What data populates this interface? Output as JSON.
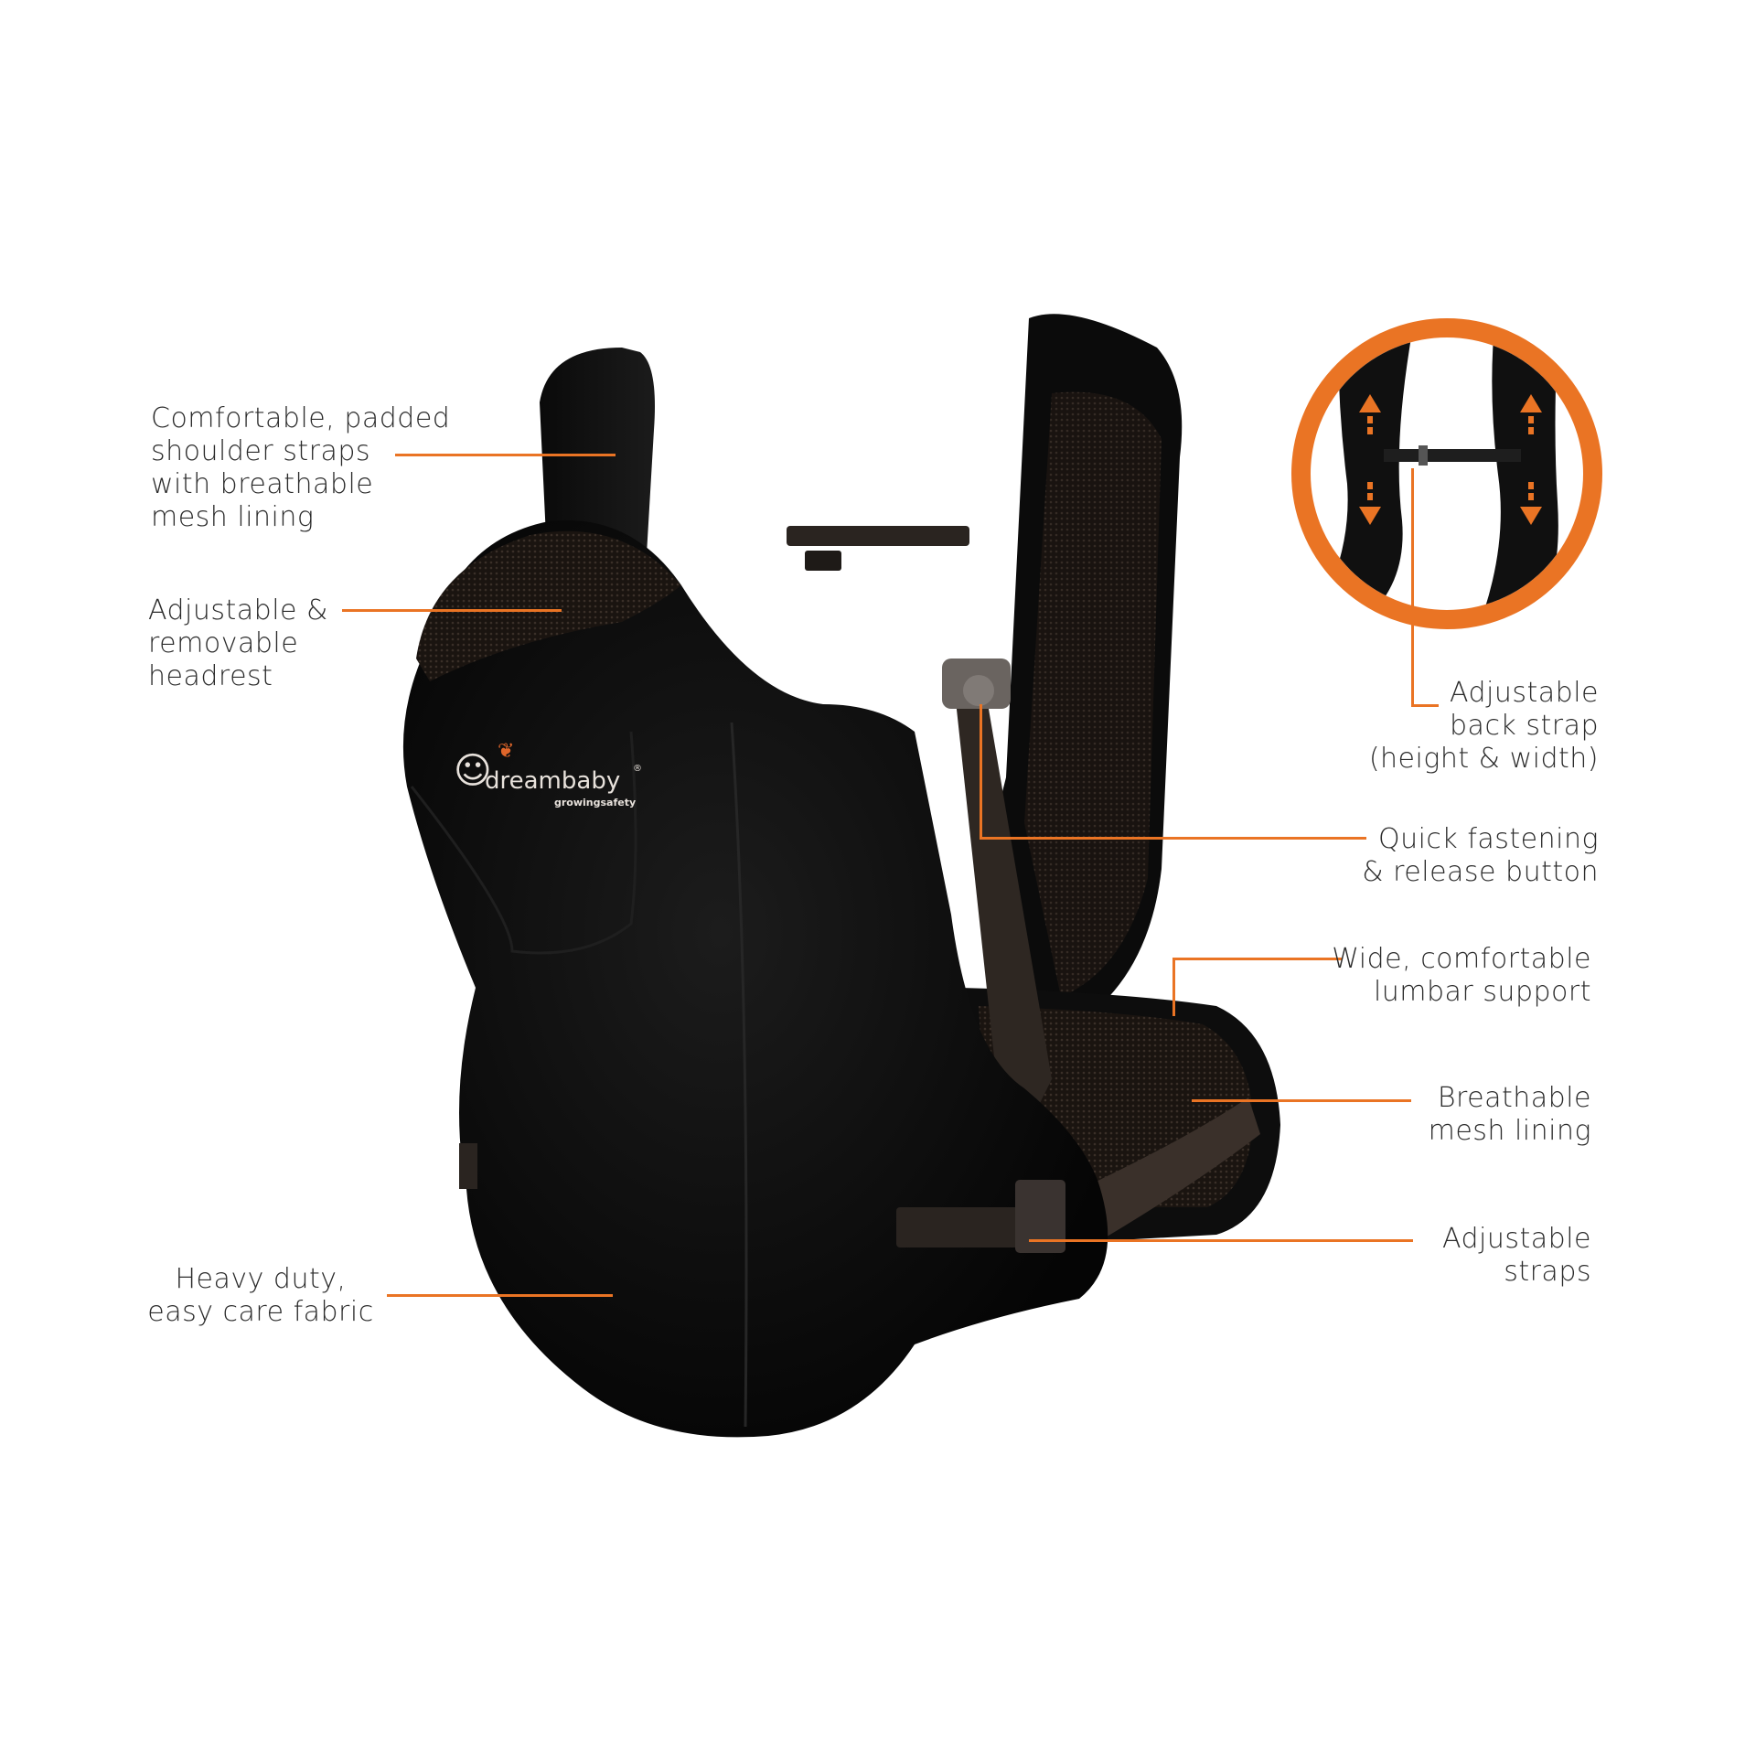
{
  "accent_color": "#ea7424",
  "product": {
    "brand": "dreambaby",
    "tagline": "growingsafety",
    "registered_mark": "®"
  },
  "callouts": [
    {
      "id": "shoulder-straps",
      "lines": [
        "Comfortable, padded",
        "shoulder straps",
        "with breathable",
        "mesh lining"
      ]
    },
    {
      "id": "headrest",
      "lines": [
        "Adjustable &",
        "removable",
        "headrest"
      ]
    },
    {
      "id": "fabric",
      "lines": [
        "Heavy duty,",
        "easy care fabric"
      ]
    },
    {
      "id": "back-strap",
      "lines": [
        "Adjustable",
        "back strap",
        "(height & width)"
      ]
    },
    {
      "id": "quick-release",
      "lines": [
        "Quick fastening",
        "& release button"
      ]
    },
    {
      "id": "lumbar",
      "lines": [
        "Wide, comfortable",
        "lumbar support"
      ]
    },
    {
      "id": "mesh-lining",
      "lines": [
        "Breathable",
        "mesh lining"
      ]
    },
    {
      "id": "adjustable-straps",
      "lines": [
        "Adjustable",
        "straps"
      ]
    }
  ]
}
